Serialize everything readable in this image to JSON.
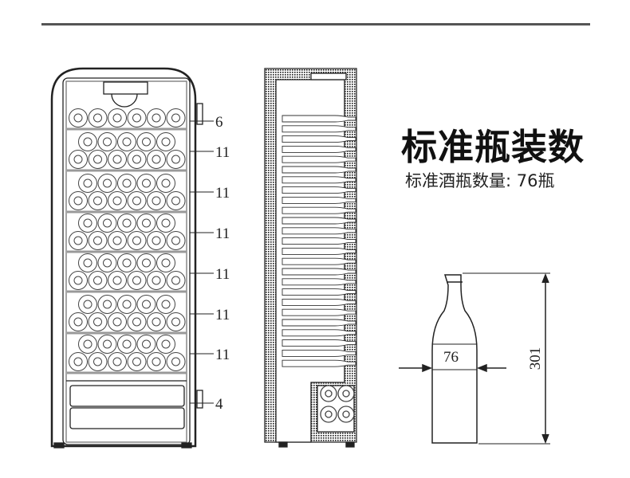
{
  "title": "标准瓶装数",
  "subtitle": "标准酒瓶数量: 76瓶",
  "shelf_labels": [
    "6",
    "11",
    "11",
    "11",
    "11",
    "11",
    "11",
    "4"
  ],
  "bottle": {
    "width_label": "76",
    "height_label": "301"
  }
}
